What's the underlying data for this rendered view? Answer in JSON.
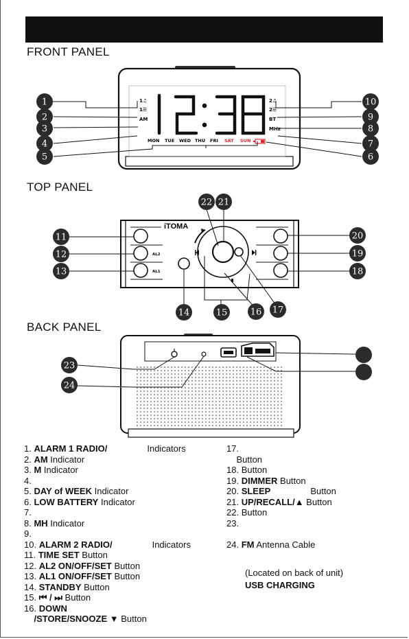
{
  "sections": {
    "front": "FRONT PANEL",
    "top": "TOP PANEL",
    "back": "BACK PANEL"
  },
  "clock": {
    "time": "12:38",
    "left_indicators": [
      "1♫",
      "1☰",
      "AM"
    ],
    "right_indicators": [
      "2♫",
      "2☰",
      "BT",
      "MHz"
    ],
    "days": [
      "MON",
      "TUE",
      "WED",
      "THU",
      "FRI",
      "SAT",
      "SUN"
    ],
    "weekend_color": "#e0262b"
  },
  "top_panel": {
    "brand": "iTOMA",
    "al2": "AL2",
    "al1": "AL1"
  },
  "callouts": {
    "front": [
      "1",
      "2",
      "3",
      "4",
      "5",
      "6",
      "7",
      "8",
      "9",
      "10"
    ],
    "top": [
      "11",
      "12",
      "13",
      "14",
      "15",
      "16",
      "17",
      "18",
      "19",
      "20",
      "21",
      "22"
    ],
    "back": [
      "23",
      "24"
    ]
  },
  "legend_left": [
    {
      "num": "1.",
      "bold": "ALARM 1 RADIO/",
      "text": "",
      "tail": "Indicators"
    },
    {
      "num": "2.",
      "bold": "AM",
      "text": " Indicator"
    },
    {
      "num": "3.",
      "bold": "M",
      "text": " Indicator"
    },
    {
      "num": "4.",
      "bold": "",
      "text": ""
    },
    {
      "num": "5.",
      "bold": "DAY of WEEK",
      "text": " Indicator"
    },
    {
      "num": "6.",
      "bold": "LOW BATTERY",
      "text": " Indicator"
    },
    {
      "num": "7.",
      "bold": "",
      "text": ""
    },
    {
      "num": "8.",
      "bold": "MH",
      "text": "   Indicator"
    },
    {
      "num": "9.",
      "bold": "",
      "text": ""
    },
    {
      "num": "10.",
      "bold": "ALARM 2 RADIO/",
      "text": "",
      "tail": "Indicators"
    },
    {
      "num": "11.",
      "bold": "TIME SET",
      "text": " Button"
    },
    {
      "num": "12.",
      "bold": "AL2 ON/OFF/SET",
      "text": " Button"
    },
    {
      "num": "13.",
      "bold": "AL1 ON/OFF/SET",
      "text": "  Button"
    },
    {
      "num": "14.",
      "bold": "STANDBY",
      "text": " Button"
    },
    {
      "num": "15.",
      "bold": "⏮ / ⏭",
      "text": " Button"
    },
    {
      "num": "16.",
      "bold": "DOWN",
      "text": ""
    },
    {
      "num": "",
      "bold": "/STORE/SNOOZE ▼",
      "text": " Button"
    }
  ],
  "legend_right": [
    {
      "num": "17.",
      "bold": "",
      "text": ""
    },
    {
      "num": "",
      "bold": "",
      "text": "Button"
    },
    {
      "num": "18.",
      "bold": "",
      "text": "        Button"
    },
    {
      "num": "19.",
      "bold": "DIMMER",
      "text": " Button"
    },
    {
      "num": "20.",
      "bold": "SLEEP",
      "text": "",
      "tail": "Button"
    },
    {
      "num": "21.",
      "bold": "UP/RECALL/▲",
      "text": " Button"
    },
    {
      "num": "22.",
      "bold": "",
      "text": "           Button"
    },
    {
      "num": "23.",
      "bold": "",
      "text": ""
    },
    {
      "num": "",
      "bold": "",
      "text": ""
    },
    {
      "num": "24.",
      "bold": "FM",
      "text": " Antenna Cable"
    }
  ],
  "notes": {
    "located": "(Located on back of unit)",
    "usb": "USB CHARGING"
  }
}
